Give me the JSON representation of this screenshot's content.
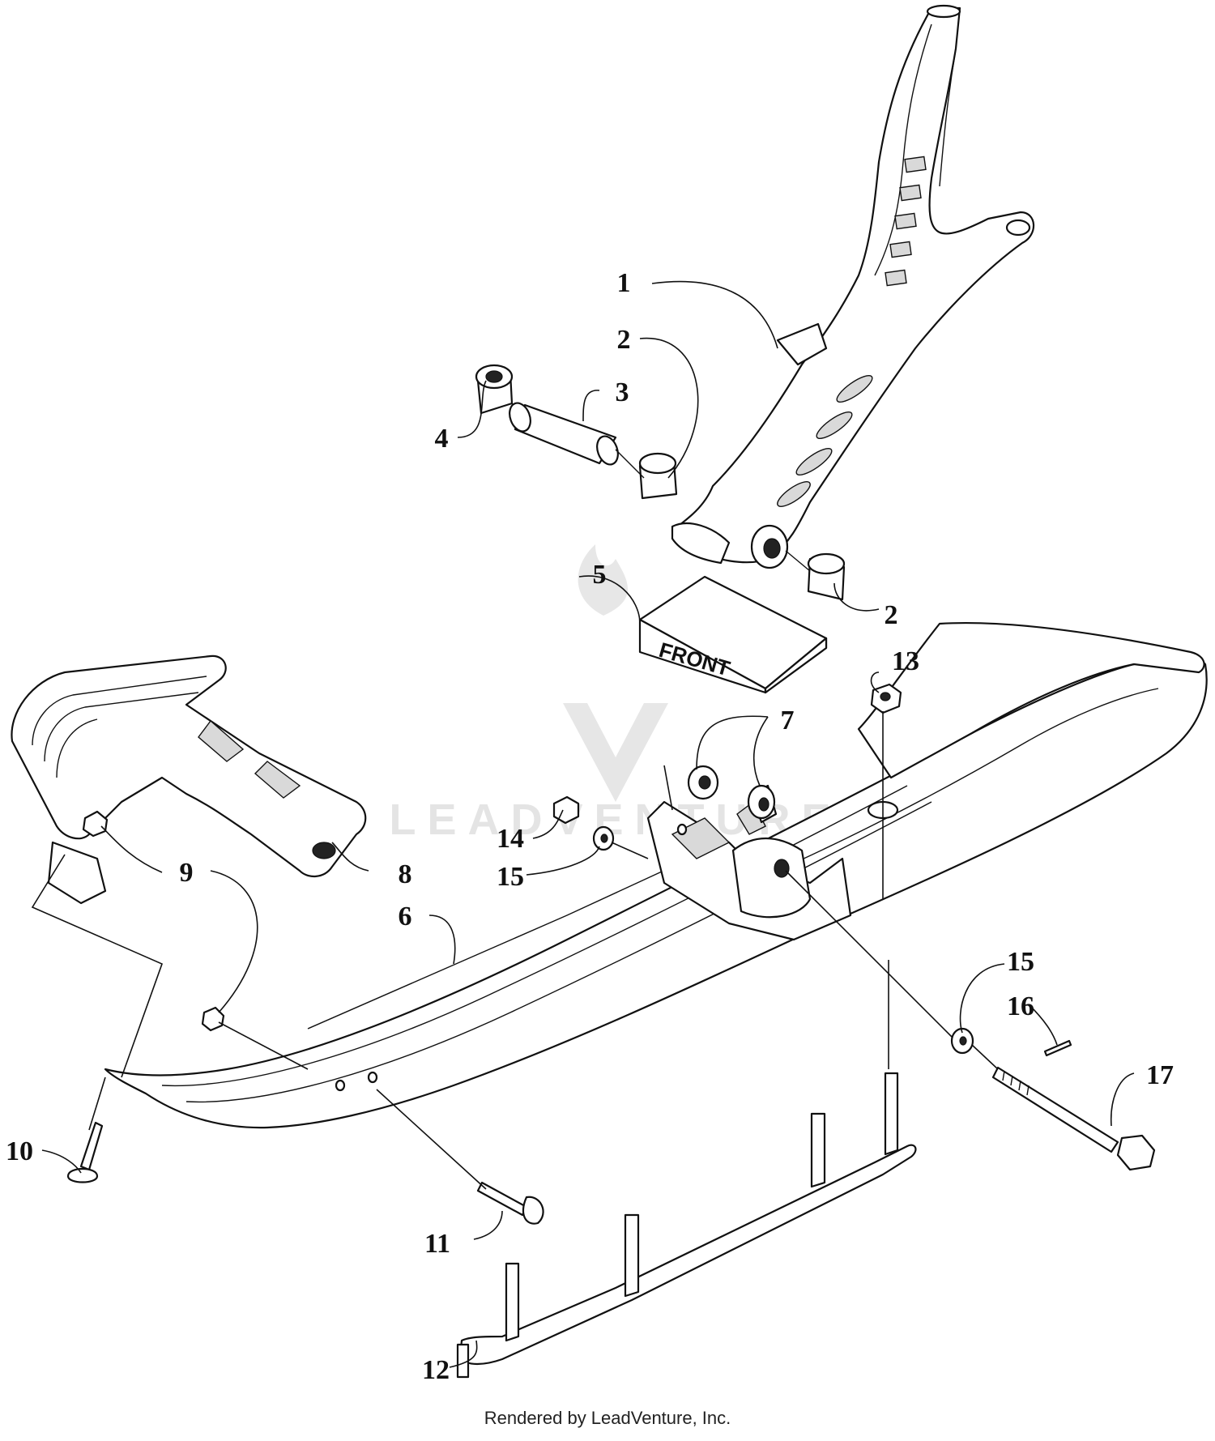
{
  "callouts": [
    "1",
    "2",
    "3",
    "4",
    "2",
    "5",
    "13",
    "7",
    "14",
    "15",
    "9",
    "8",
    "6",
    "15",
    "16",
    "17",
    "10",
    "11",
    "12"
  ],
  "front_label": "FRONT",
  "watermark_text": "LEADVENTURE",
  "footer": "Rendered by LeadVenture, Inc."
}
